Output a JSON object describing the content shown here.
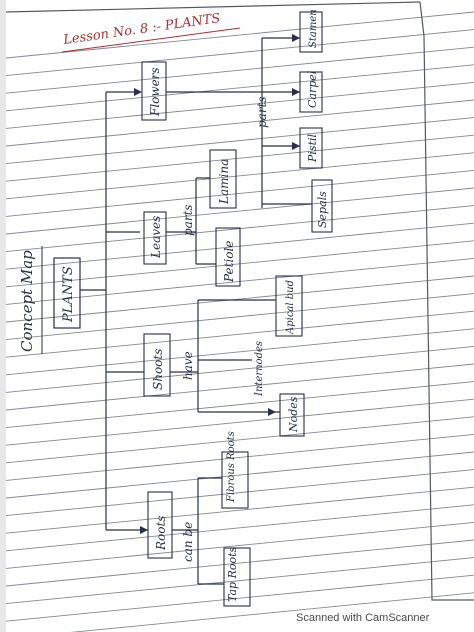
{
  "lesson_title": "Lesson No. 8 :- PLANTS",
  "concept_map": {
    "heading": "Concept Map",
    "root": "PLANTS",
    "branches": {
      "flowers": "Flowers",
      "leaves": "Leaves",
      "shoots": "Shoots",
      "roots": "Roots"
    },
    "connectors": {
      "flower_parts": "parts",
      "leaf_parts": "parts",
      "shoots_have": "have",
      "roots_can_be": "can be"
    },
    "flower_parts": [
      "Stamen",
      "Carpel",
      "Pistil",
      "Sepals"
    ],
    "leaf_parts": [
      "Lamina",
      "Petiole"
    ],
    "shoot_parts": [
      "Apical bud",
      "Internodes",
      "Nodes"
    ],
    "root_types": [
      "Fibrous Roots",
      "Tap Roots"
    ]
  },
  "footer": "Scanned with CamScanner",
  "colors": {
    "ink": "#2a2f4d",
    "title_ink": "#b0302c",
    "rule_line": "#5c6270",
    "margin_line": "#c6cbd4",
    "paper": "#ffffff"
  }
}
